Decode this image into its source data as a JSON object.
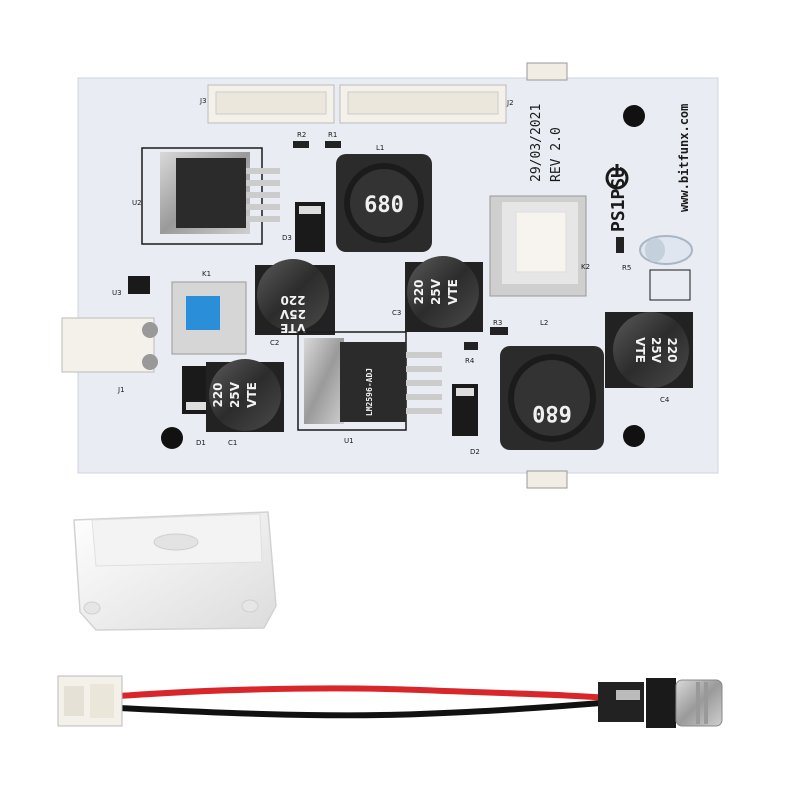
{
  "board": {
    "name": "PS1PSU",
    "url": "www.bitfunx.com",
    "date": "29/03/2021",
    "revision": "REV 2.0"
  },
  "labels": {
    "j3": "J3",
    "j2": "J2",
    "r1": "R1",
    "r2": "R2",
    "l1": "L1",
    "l2": "L2",
    "u2": "U2",
    "u1": "U1",
    "u3": "U3",
    "d1": "D1",
    "d2": "D2",
    "d3": "D3",
    "k1": "K1",
    "k2": "K2",
    "c1": "C1",
    "c2": "C2",
    "c3": "C3",
    "c4": "C4",
    "r3": "R3",
    "r4": "R4",
    "r5": "R5",
    "j1": "J1"
  },
  "inductor_value": "680",
  "capacitor": {
    "value": "220",
    "voltage": "25V",
    "series": "VTE"
  },
  "regulator_marking": "LM2596-ADJ",
  "colors": {
    "pcb": "#e9ecf3",
    "silkscreen": "#1a1a1a",
    "inductor": "#2b2b2b",
    "capacitor": "#3a3a3a",
    "switch_k1": "#2a8fd8",
    "wire_red": "#d8262a",
    "wire_black": "#111111",
    "connector": "#f4f1ea"
  }
}
